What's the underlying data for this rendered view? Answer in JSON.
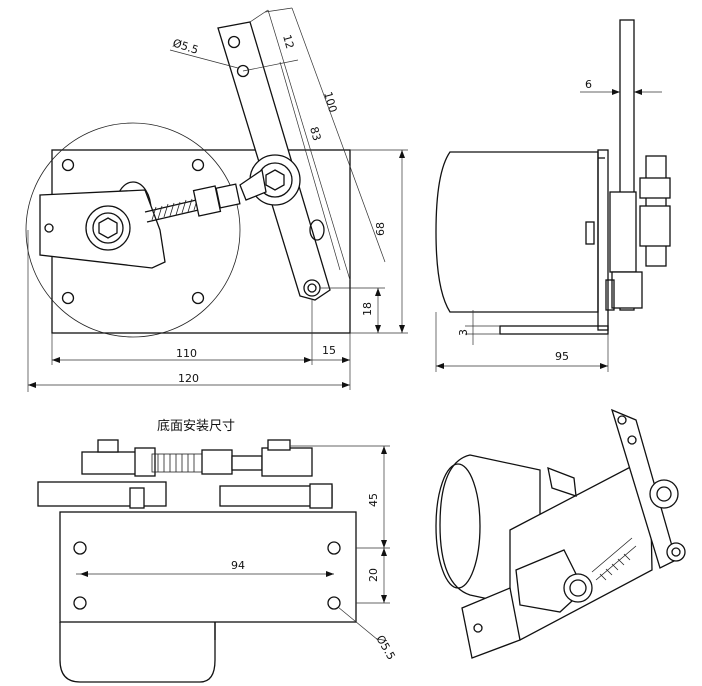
{
  "caption": "底面安装尺寸",
  "dims": {
    "hole_dia_top": "Ø5.5",
    "d12": "12",
    "d100": "100",
    "d83": "83",
    "d68": "68",
    "d18": "18",
    "d110": "110",
    "d15": "15",
    "d120": "120",
    "d6": "6",
    "d3": "3",
    "d95": "95",
    "d45": "45",
    "d20": "20",
    "d94": "94",
    "hole_dia_bottom": "Ø5.5"
  }
}
